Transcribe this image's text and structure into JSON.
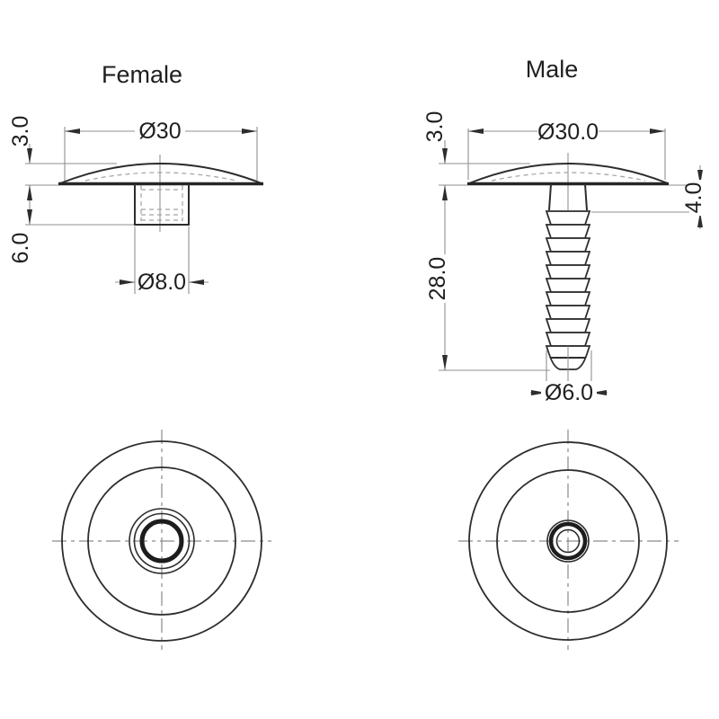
{
  "female": {
    "title": "Female",
    "dimensions": {
      "head_diameter": "Ø30",
      "head_height": "3.0",
      "stem_length": "6.0",
      "stem_diameter": "Ø8.0"
    }
  },
  "male": {
    "title": "Male",
    "dimensions": {
      "head_diameter": "Ø30.0",
      "head_height": "3.0",
      "neck_length": "4.0",
      "stem_length": "28.0",
      "tip_diameter": "Ø6.0"
    }
  },
  "colors": {
    "background": "#ffffff",
    "part_outline": "#2d2d2d",
    "dimension_lines": "#8f8f8f",
    "hidden_lines": "#a3a3a3",
    "text": "#1f1f1f"
  }
}
